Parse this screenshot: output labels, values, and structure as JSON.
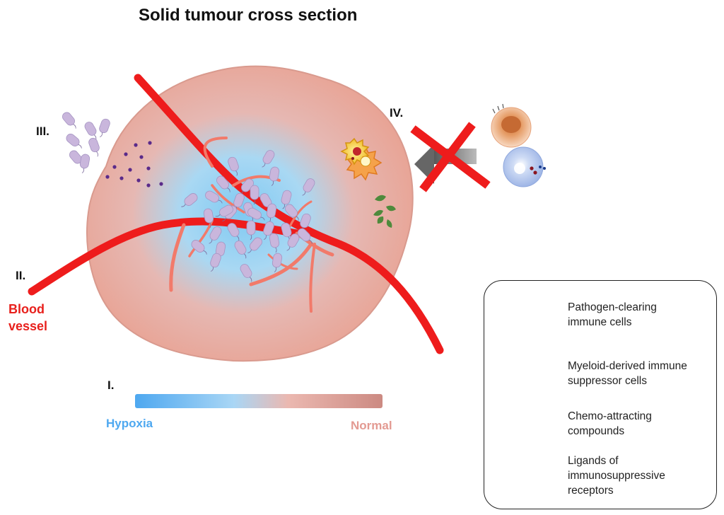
{
  "title": "Solid tumour cross section",
  "markers": {
    "i": "I.",
    "ii": "II.",
    "iii": "III.",
    "iv": "IV."
  },
  "blood_vessel": {
    "line1": "Blood",
    "line2": "vessel"
  },
  "gradient": {
    "low_label": "Hypoxia",
    "high_label": "Normal",
    "low_color": "#4ea8f0",
    "mid_color": "#a9d6f5",
    "high_color": "#cc8a82"
  },
  "legend": {
    "items": [
      {
        "icon": "immune-cells-icon",
        "line1": "Pathogen-clearing",
        "line2": "immune cells",
        "line3": ""
      },
      {
        "icon": "myeloid-suppressor-cell-icon",
        "line1": "Myeloid-derived immune",
        "line2": "suppressor cells",
        "line3": ""
      },
      {
        "icon": "chemo-compound-dots-icon",
        "line1": "Chemo-attracting",
        "line2": "compounds",
        "line3": ""
      },
      {
        "icon": "ligand-leaves-icon",
        "line1": "Ligands of",
        "line2": "immunosuppressive",
        "line3": "receptors"
      }
    ]
  },
  "colors": {
    "vessel": "#ee1c1c",
    "tumour_edge": "#e8a89c",
    "tumour_core": "#8fd0f2",
    "bacteria": "#c9b6dc",
    "cross": "#ee1c1c"
  }
}
